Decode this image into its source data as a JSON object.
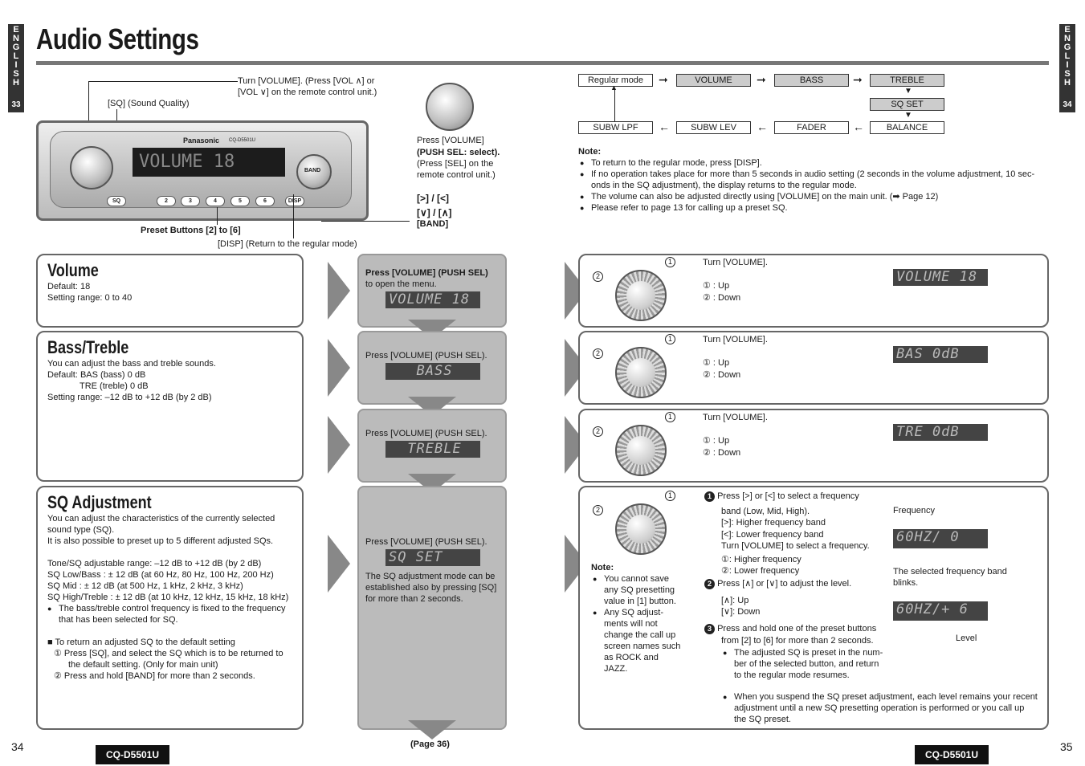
{
  "header": {
    "title": "Audio Settings",
    "lang_letters": "E\nN\nG\nL\nI\nS\nH",
    "left_page_tab": "33",
    "right_page_tab": "34"
  },
  "unit_diagram": {
    "turn_volume": "Turn [VOLUME]. (Press [VOL ∧] or",
    "turn_volume_2": "[VOL ∨] on the remote control unit.)",
    "sq_label": "[SQ] (Sound Quality)",
    "preset_label": "Preset Buttons [2] to [6]",
    "disp_label": "[DISP] (Return to the regular mode)",
    "brand": "Panasonic",
    "model_small": "CQ-D5501U",
    "display_text": "VOLUME  18",
    "preset_buttons": [
      "2",
      "3",
      "4",
      "5",
      "6"
    ],
    "sq_btn": "SQ",
    "disp_btn": "DISP",
    "band_btn": "BAND"
  },
  "knob_instructions": {
    "press_volume": "Press [VOLUME]",
    "push_sel": "(PUSH SEL: select).",
    "press_sel": "(Press [SEL] on the",
    "remote": "remote control unit.)",
    "arrows_1": "[>] / [<]",
    "arrows_2": "[∨] / [∧]",
    "band": "[BAND]"
  },
  "flow": {
    "row1": [
      "Regular mode",
      "VOLUME",
      "BASS",
      "TREBLE"
    ],
    "row_mid": "SQ SET",
    "row2": [
      "SUBW LPF",
      "SUBW LEV",
      "FADER",
      "BALANCE"
    ]
  },
  "note": {
    "heading": "Note:",
    "items": [
      "To return to the regular mode, press [DISP].",
      "If no operation takes place for more than 5 seconds in audio setting (2 seconds in the volume adjustment, 10 sec-",
      "onds in the SQ adjustment), the display returns to the regular mode.",
      "The volume can also be adjusted directly using [VOLUME] on the main unit. (➡ Page 12)",
      "Please refer to page 13 for calling up a preset SQ."
    ]
  },
  "volume": {
    "heading": "Volume",
    "default": "Default: 18",
    "range": "Setting range: 0  to 40",
    "mid_text_1": "Press [VOLUME] (PUSH SEL)",
    "mid_text_2": "to open the menu.",
    "lcd": "VOLUME  18",
    "turn": "Turn [VOLUME].",
    "up": "① : Up",
    "down": "② : Down"
  },
  "bass": {
    "heading": "Bass/Treble",
    "line1": "You can adjust the bass and treble sounds.",
    "line2": "Default: BAS (bass) 0 dB",
    "line3": "TRE (treble) 0 dB",
    "line4": "Setting range: –12 dB to +12 dB (by 2 dB)",
    "mid_text": "Press [VOLUME] (PUSH SEL).",
    "lcd_mid": "BASS",
    "turn": "Turn [VOLUME].",
    "up": "① : Up",
    "down": "② : Down",
    "lcd": "BAS   0dB"
  },
  "treble": {
    "mid_text": "Press [VOLUME] (PUSH SEL).",
    "lcd_mid": "TREBLE",
    "turn": "Turn [VOLUME].",
    "up": "① : Up",
    "down": "② : Down",
    "lcd": "TRE   0dB"
  },
  "sq": {
    "heading": "SQ Adjustment",
    "lines": [
      "You can adjust the characteristics of the currently selected",
      "sound type (SQ).",
      "It is also possible to preset up to 5 different adjusted SQs."
    ],
    "specs": [
      "Tone/SQ adjustable range: –12 dB to +12 dB (by 2 dB)",
      "SQ Low/Bass    : ± 12 dB (at 60 Hz, 80 Hz, 100 Hz, 200 Hz)",
      "SQ Mid             : ± 12 dB (at 500 Hz, 1 kHz, 2 kHz, 3 kHz)",
      "SQ High/Treble : ± 12 dB (at 10 kHz, 12 kHz, 15 kHz, 18 kHz)"
    ],
    "bullet": "The bass/treble control frequency is fixed to the frequency",
    "bullet_2": "that has been selected for SQ.",
    "reset_heading": "■ To return an adjusted SQ to the default setting",
    "reset_1": "①  Press [SQ], and select the SQ which is to be returned to",
    "reset_1b": "the default setting. (Only for main unit)",
    "reset_2": "②  Press and hold [BAND] for more than 2 seconds.",
    "mid_text": "Press [VOLUME] (PUSH SEL).",
    "lcd_mid": "SQ SET",
    "mid_note_1": "The SQ adjustment mode can be",
    "mid_note_2": "established also by pressing [SQ]",
    "mid_note_3": "for more than 2 seconds.",
    "page_ref": "(Page 36)",
    "note_heading": "Note:",
    "note_items": [
      "You cannot save any SQ presetting value in [1] button.",
      "Any SQ adjust-ments will not change the call up screen names such as ROCK and JAZZ."
    ],
    "step1_a": "Press [>] or [<] to select a frequency",
    "step1_b": "band (Low, Mid, High).",
    "step1_c": "[>]: Higher frequency band",
    "step1_d": "[<]: Lower frequency band",
    "step1_e": "Turn [VOLUME] to select a frequency.",
    "step1_f": "①: Higher frequency",
    "step1_g": "②: Lower frequency",
    "step2_a": "Press [∧] or [∨] to adjust the level.",
    "step2_b": "[∧]: Up",
    "step2_c": "[∨]: Down",
    "step3_a": "Press and hold one of the preset buttons",
    "step3_b": "from [2] to [6] for more than 2 seconds.",
    "step3_c": "The adjusted SQ is preset in the num-",
    "step3_d": "ber of the selected button, and return",
    "step3_e": "to the regular mode resumes.",
    "suspend_1": "When you suspend the SQ preset adjustment, each level remains your recent",
    "suspend_2": "adjustment until a new SQ presetting operation is performed or you call up",
    "suspend_3": "the SQ preset.",
    "freq_label": "Frequency",
    "lcd_freq": "60HZ/  0",
    "blink_1": "The selected frequency band",
    "blink_2": "blinks.",
    "lcd_level": "60HZ/+ 6",
    "level_label": "Level"
  },
  "footer": {
    "page_left": "34",
    "page_right": "35",
    "model": "CQ-D5501U"
  }
}
